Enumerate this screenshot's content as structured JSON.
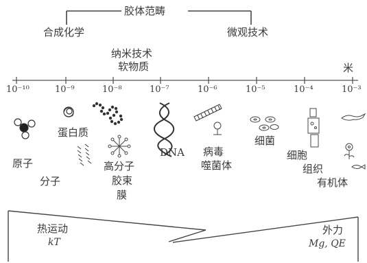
{
  "header": {
    "bracket_label": "胶体范畴",
    "left_label": "合成化学",
    "right_label": "微观技术",
    "nano_line1": "纳米技术",
    "nano_line2": "软物质"
  },
  "scale": {
    "unit": "米",
    "ticks": [
      "10⁻¹⁰",
      "10⁻⁹",
      "10⁻⁸",
      "10⁻⁷",
      "10⁻⁶",
      "10⁻⁵",
      "10⁻⁴",
      "10⁻³"
    ]
  },
  "objects": {
    "atom": "原子",
    "molecule": "分子",
    "protein": "蛋白质",
    "micelle": [
      "高分子",
      "胶束",
      "膜"
    ],
    "dna": "DNA",
    "virus": [
      "病毒",
      "噬菌体"
    ],
    "bacteria": "细菌",
    "cell": [
      "细胞",
      "组织"
    ],
    "organism": "有机体"
  },
  "forces": {
    "thermal_label": "热运动",
    "thermal_symbol": "kT",
    "external_label": "外力",
    "external_symbol": "Mg, QE"
  }
}
